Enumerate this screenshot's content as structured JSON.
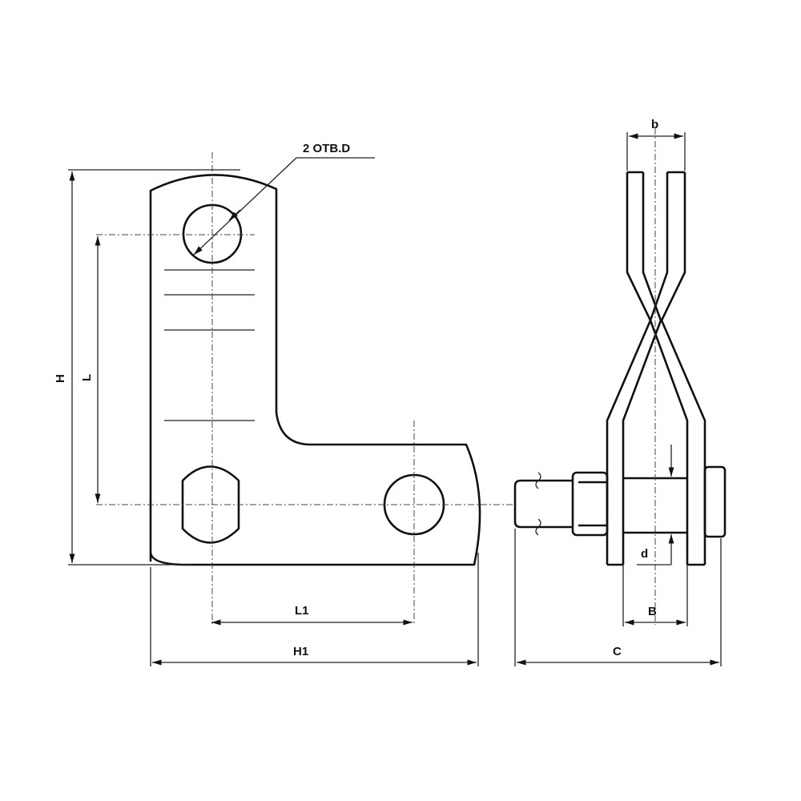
{
  "drawing": {
    "hole_callout": "2 OTB.D",
    "dimensions": {
      "H": "H",
      "L": "L",
      "L1": "L1",
      "H1": "H1",
      "b": "b",
      "B": "B",
      "d": "d",
      "C": "C"
    }
  }
}
